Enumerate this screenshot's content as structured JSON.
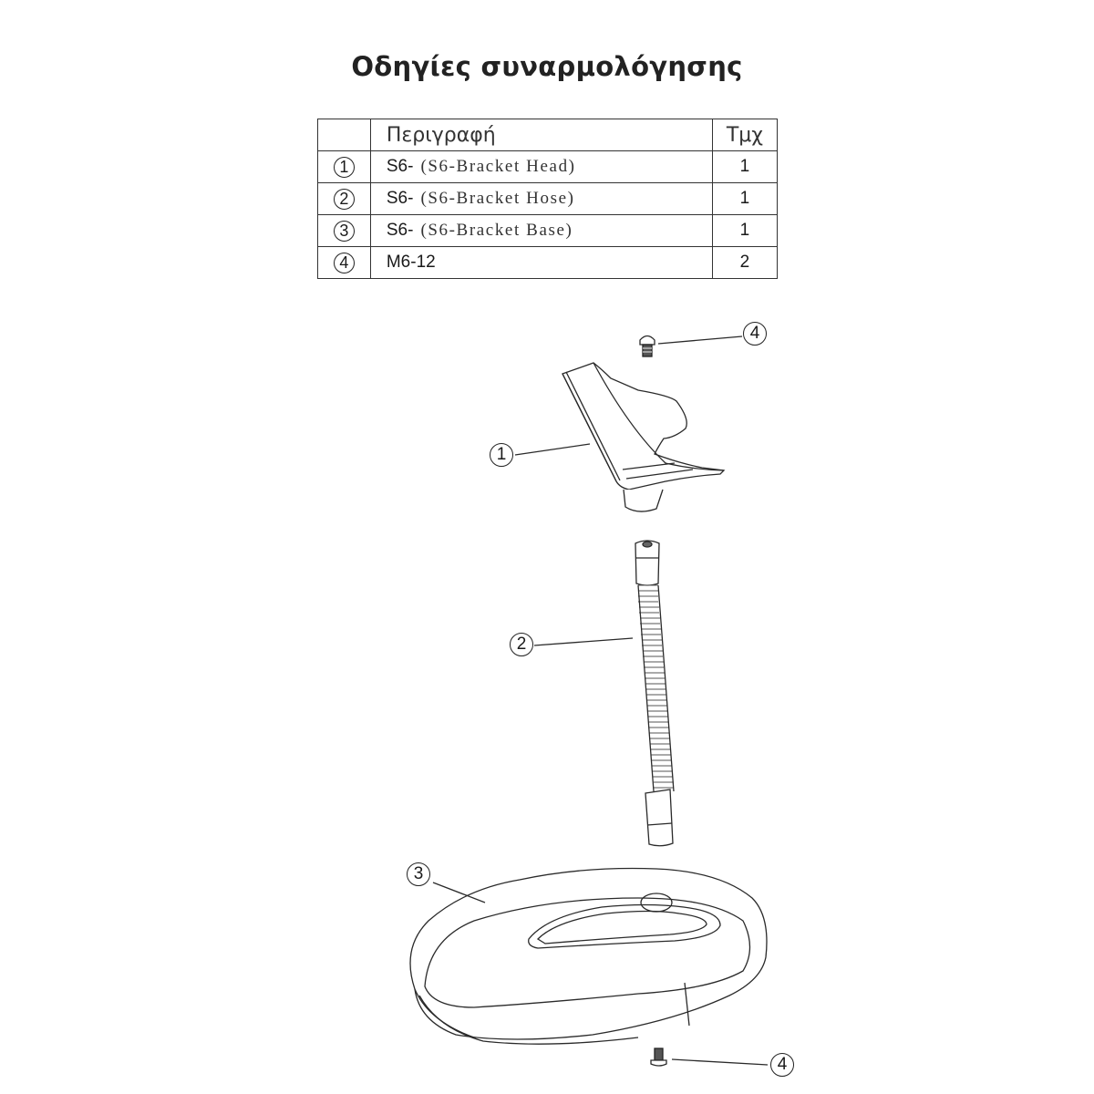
{
  "title": "Οδηγίες συναρμολόγησης",
  "table": {
    "headers": {
      "number": "",
      "description": "Περιγραφή",
      "quantity": "Τμχ"
    },
    "rows": [
      {
        "number": "1",
        "code": "S6-",
        "name": "(S6-Bracket Head)",
        "quantity": "1"
      },
      {
        "number": "2",
        "code": "S6-",
        "name": "(S6-Bracket Hose)",
        "quantity": "1"
      },
      {
        "number": "3",
        "code": "S6-",
        "name": "(S6-Bracket Base)",
        "quantity": "1"
      },
      {
        "number": "4",
        "code": "M6-12",
        "name": "",
        "quantity": "2"
      }
    ]
  },
  "diagram": {
    "callouts": [
      {
        "label": "4",
        "part": "screw-top"
      },
      {
        "label": "1",
        "part": "bracket-head"
      },
      {
        "label": "2",
        "part": "bracket-hose"
      },
      {
        "label": "3",
        "part": "bracket-base"
      },
      {
        "label": "4",
        "part": "screw-bottom"
      }
    ]
  }
}
